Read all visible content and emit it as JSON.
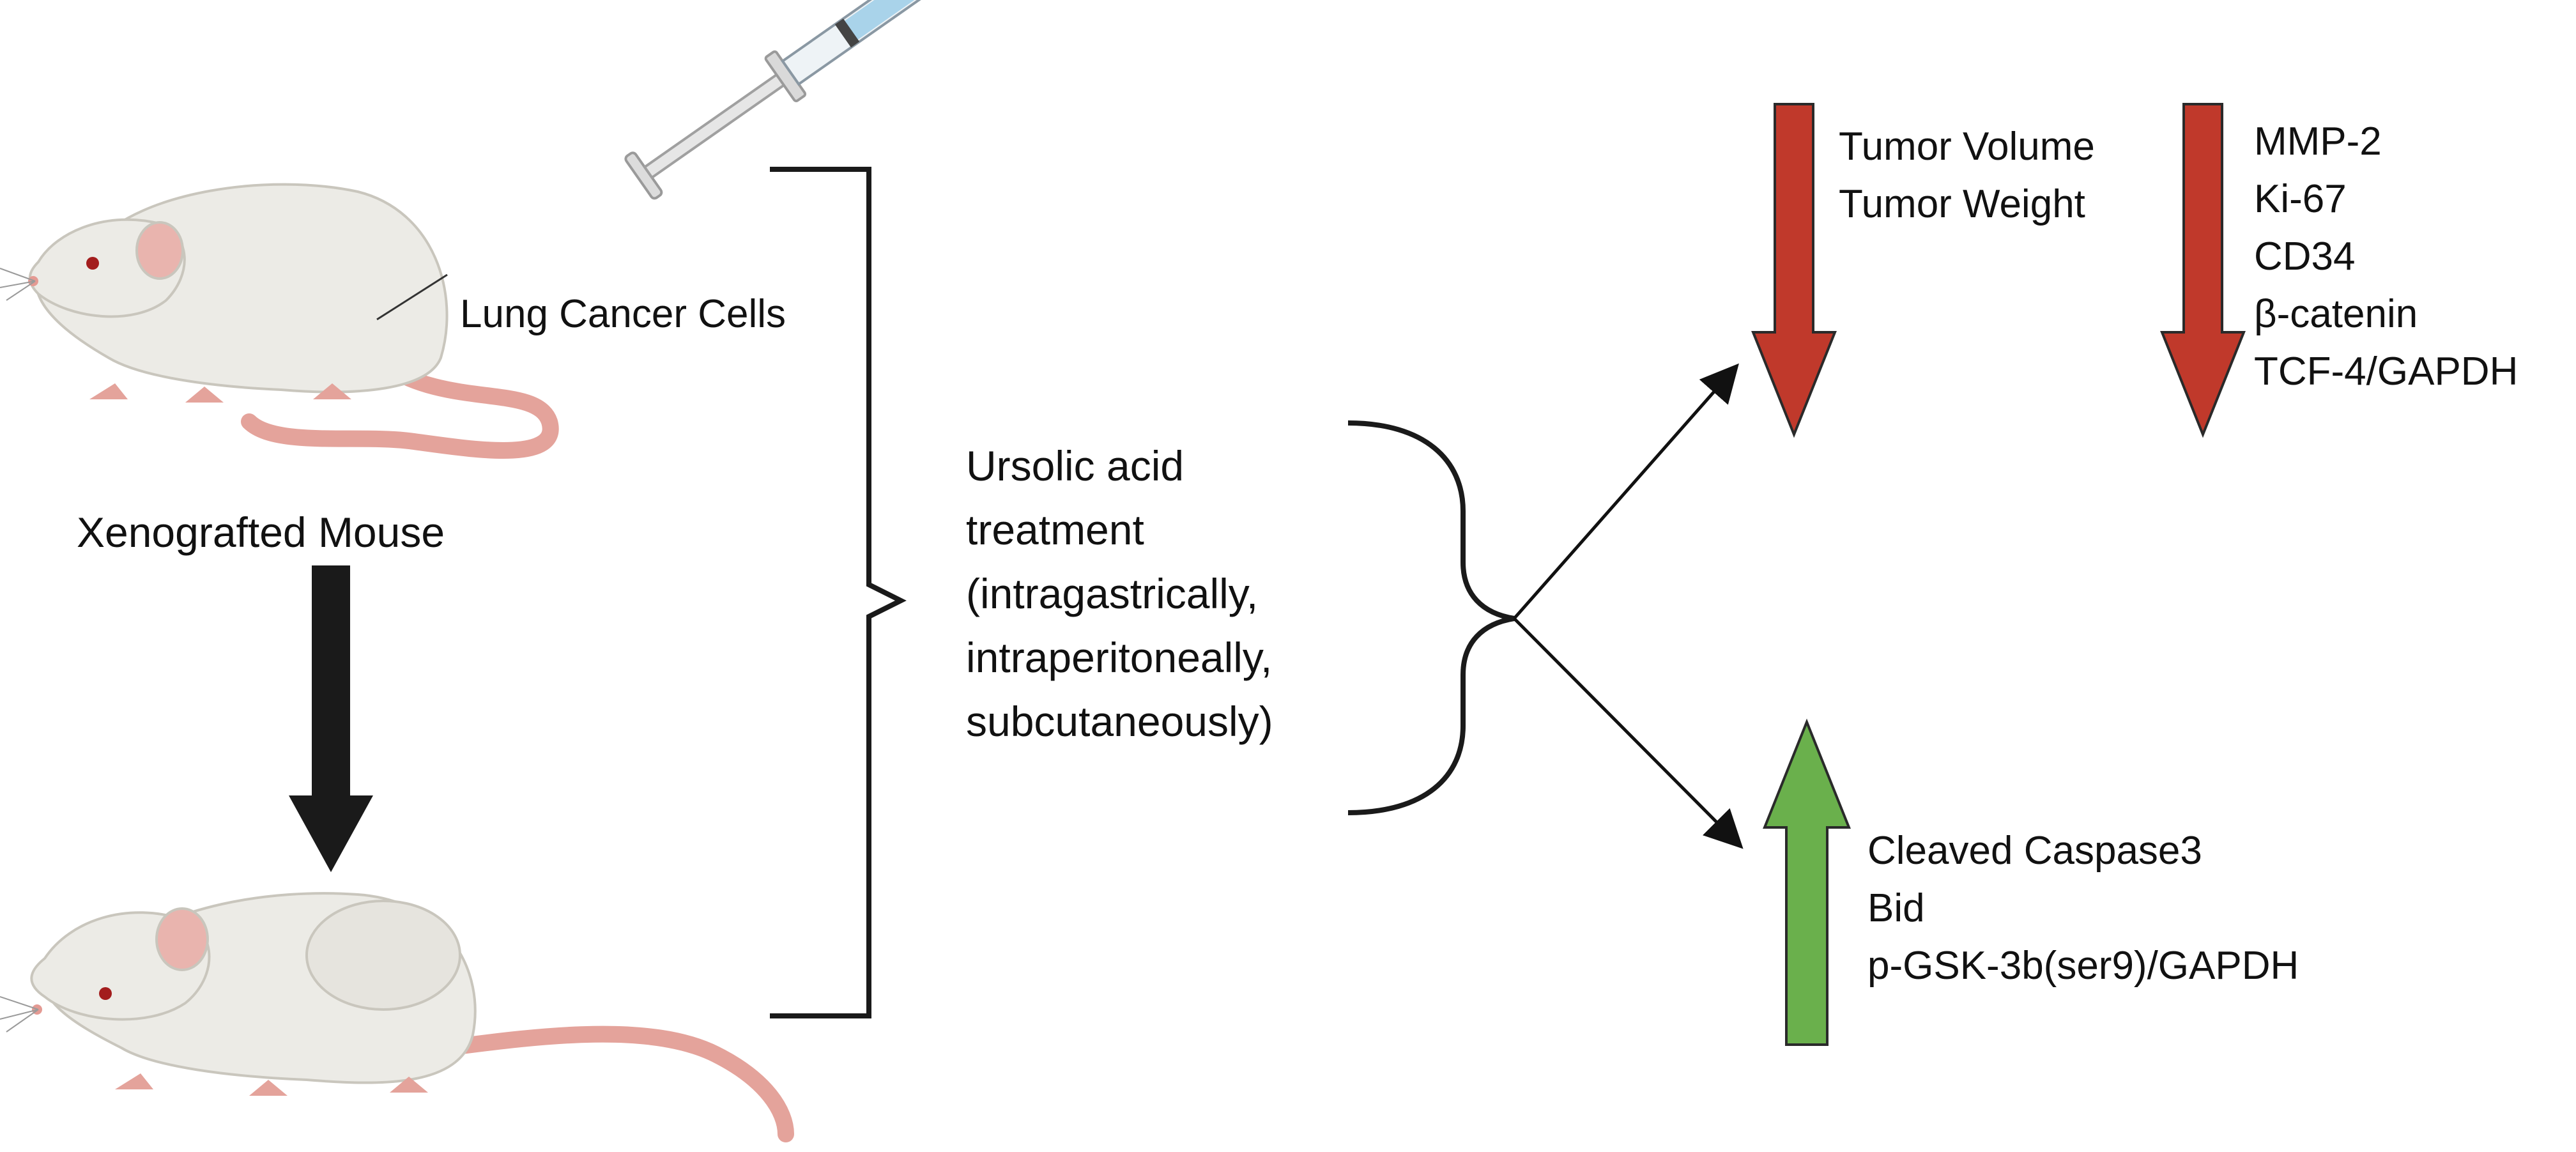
{
  "mouse_top": {
    "injection_label": "Lung Cancer Cells",
    "caption": "Xenografted Mouse"
  },
  "treatment": {
    "lines": [
      "Ursolic acid",
      "treatment",
      "(intragastrically,",
      "intraperitoneally,",
      "subcutaneously)"
    ]
  },
  "decrease_group_1": {
    "lines": [
      "Tumor Volume",
      "Tumor Weight"
    ]
  },
  "decrease_group_2": {
    "lines": [
      "MMP-2",
      "Ki-67",
      "CD34",
      "β-catenin",
      "TCF-4/GAPDH"
    ]
  },
  "increase_group": {
    "lines": [
      "Cleaved Caspase3",
      "Bid",
      "p-GSK-3b(ser9)/GAPDH"
    ]
  },
  "colors": {
    "down_arrow": "#c0392b",
    "up_arrow": "#6ab04c",
    "flow_arrow": "#111111",
    "mouse_body": "#ecebe6",
    "mouse_ear": "#e9b4ae",
    "mouse_tail": "#e4a39b"
  }
}
